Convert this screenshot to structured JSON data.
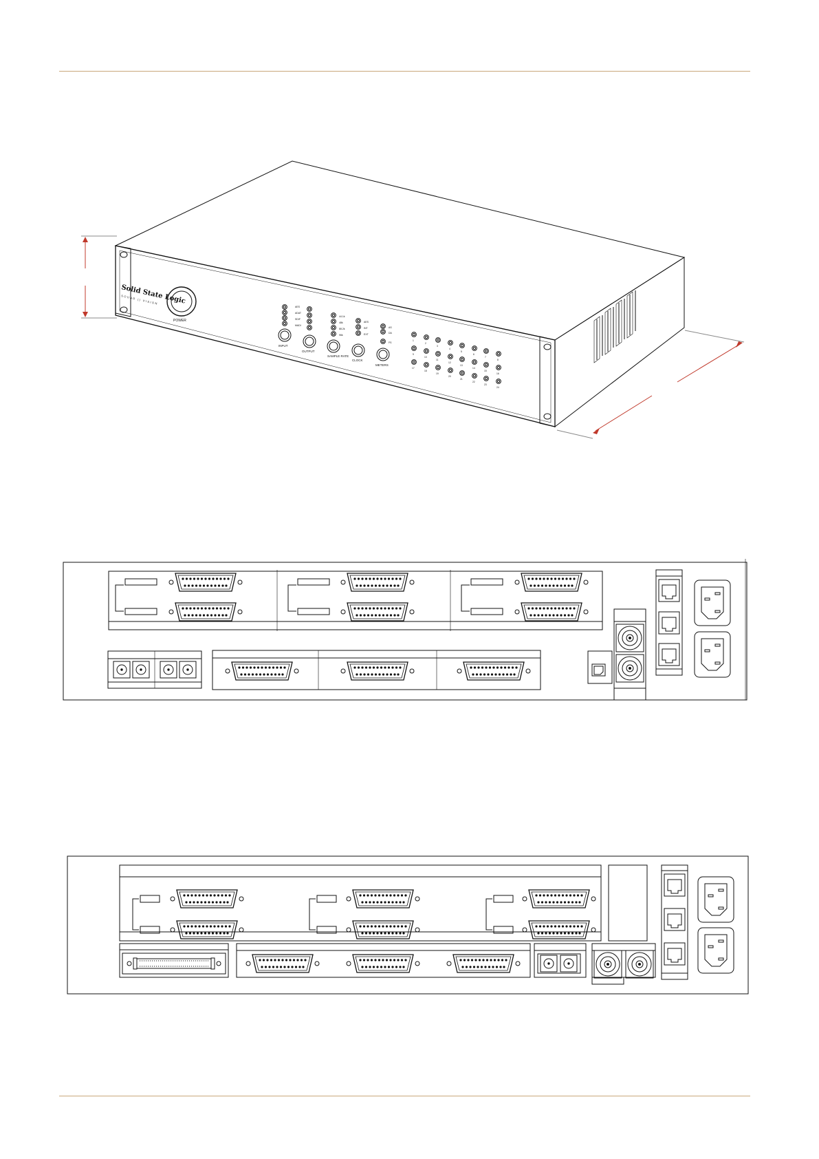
{
  "colors": {
    "rule": "#c9a77a",
    "line": "#111111",
    "dimension": "#c0392b"
  },
  "front_panel": {
    "brand": "Solid State Logic",
    "brand_sub": "SOUND || VISION",
    "power_label": "POWER",
    "button_labels": [
      "INPUT",
      "OUTPUT",
      "SAMPLE RATE",
      "CLOCK",
      "METERS"
    ],
    "input_leds": [
      "AES",
      "ADAT",
      "SDIF",
      "MADI"
    ],
    "rate_leds": [
      "44.1k",
      "48k",
      "88.2k",
      "96k"
    ],
    "clock_leds": [
      "AES",
      "INT",
      "EXT"
    ],
    "meter_leds": [
      "AS",
      "DA",
      "FS"
    ],
    "channel_labels": [
      "1",
      "2",
      "3",
      "4",
      "5",
      "6",
      "7",
      "8",
      "9",
      "10",
      "11",
      "12",
      "13",
      "14",
      "15",
      "16",
      "17",
      "18",
      "19",
      "20",
      "21",
      "22",
      "23",
      "24"
    ]
  },
  "rear_panels": [
    {
      "name": "rear-panel-a"
    },
    {
      "name": "rear-panel-b"
    }
  ]
}
